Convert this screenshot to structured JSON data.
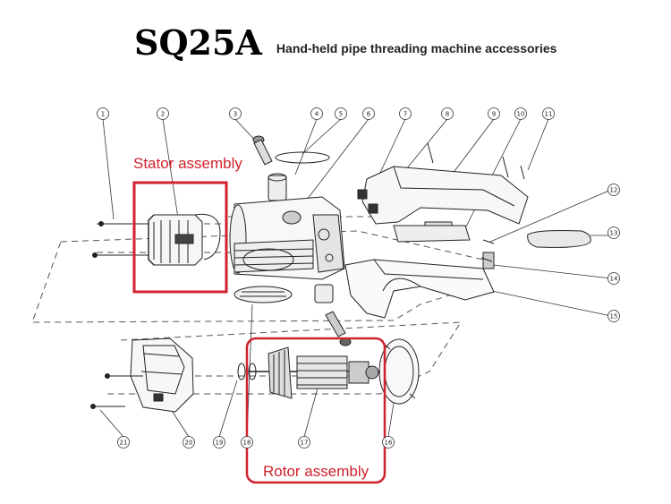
{
  "header": {
    "model": "SQ25A",
    "subtitle": "Hand-held pipe threading machine accessories"
  },
  "labels": {
    "stator": "Stator assembly",
    "rotor": "Rotor assembly"
  },
  "callouts": [
    "1",
    "2",
    "3",
    "4",
    "5",
    "6",
    "7",
    "8",
    "9",
    "10",
    "11",
    "12",
    "13",
    "14",
    "15",
    "16",
    "17",
    "18",
    "19",
    "20",
    "21"
  ],
  "colors": {
    "highlight": "#d0222c",
    "line": "#222222"
  }
}
